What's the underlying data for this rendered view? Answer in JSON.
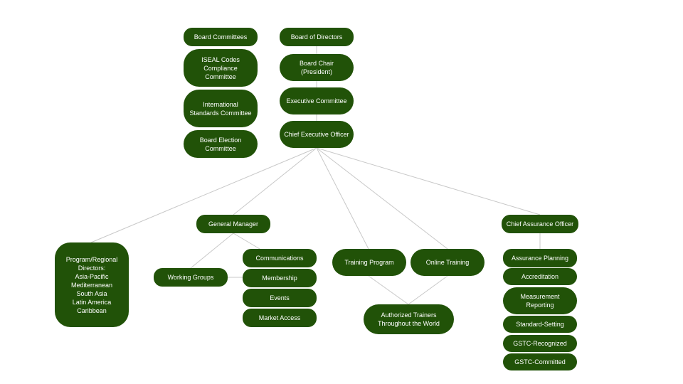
{
  "diagram": {
    "top": {
      "board_committees": "Board Committees",
      "iseal": "ISEAL Codes\nCompliance\nCommittee",
      "international_standards": "International\nStandards Committee",
      "board_election": "Board Election\nCommittee",
      "board_of_directors": "Board of Directors",
      "board_chair": "Board Chair\n(President)",
      "executive_committee": "Executive Committee",
      "ceo": "Chief Executive Officer"
    },
    "general_manager": {
      "title": "General Manager",
      "working_groups": "Working Groups",
      "communications": "Communications",
      "membership": "Membership",
      "events": "Events",
      "market_access": "Market Access"
    },
    "regional": "Program/Regional\nDirectors:\nAsia-Pacific\nMediterranean\nSouth Asia\nLatin America\nCaribbean",
    "training": {
      "training_program": "Training Program",
      "online_training": "Online Training",
      "authorized_trainers": "Authorized Trainers\nThroughout the World"
    },
    "assurance": {
      "title": "Chief Assurance Officer",
      "planning": "Assurance Planning",
      "accreditation": "Accreditation",
      "measurement": "Measurement\nReporting",
      "standard_setting": "Standard-Setting",
      "recognized": "GSTC-Recognized",
      "committed": "GSTC-Committed"
    }
  },
  "colors": {
    "node_fill": "#215208",
    "node_text": "#ffffff",
    "connector": "#c8c8c8"
  }
}
